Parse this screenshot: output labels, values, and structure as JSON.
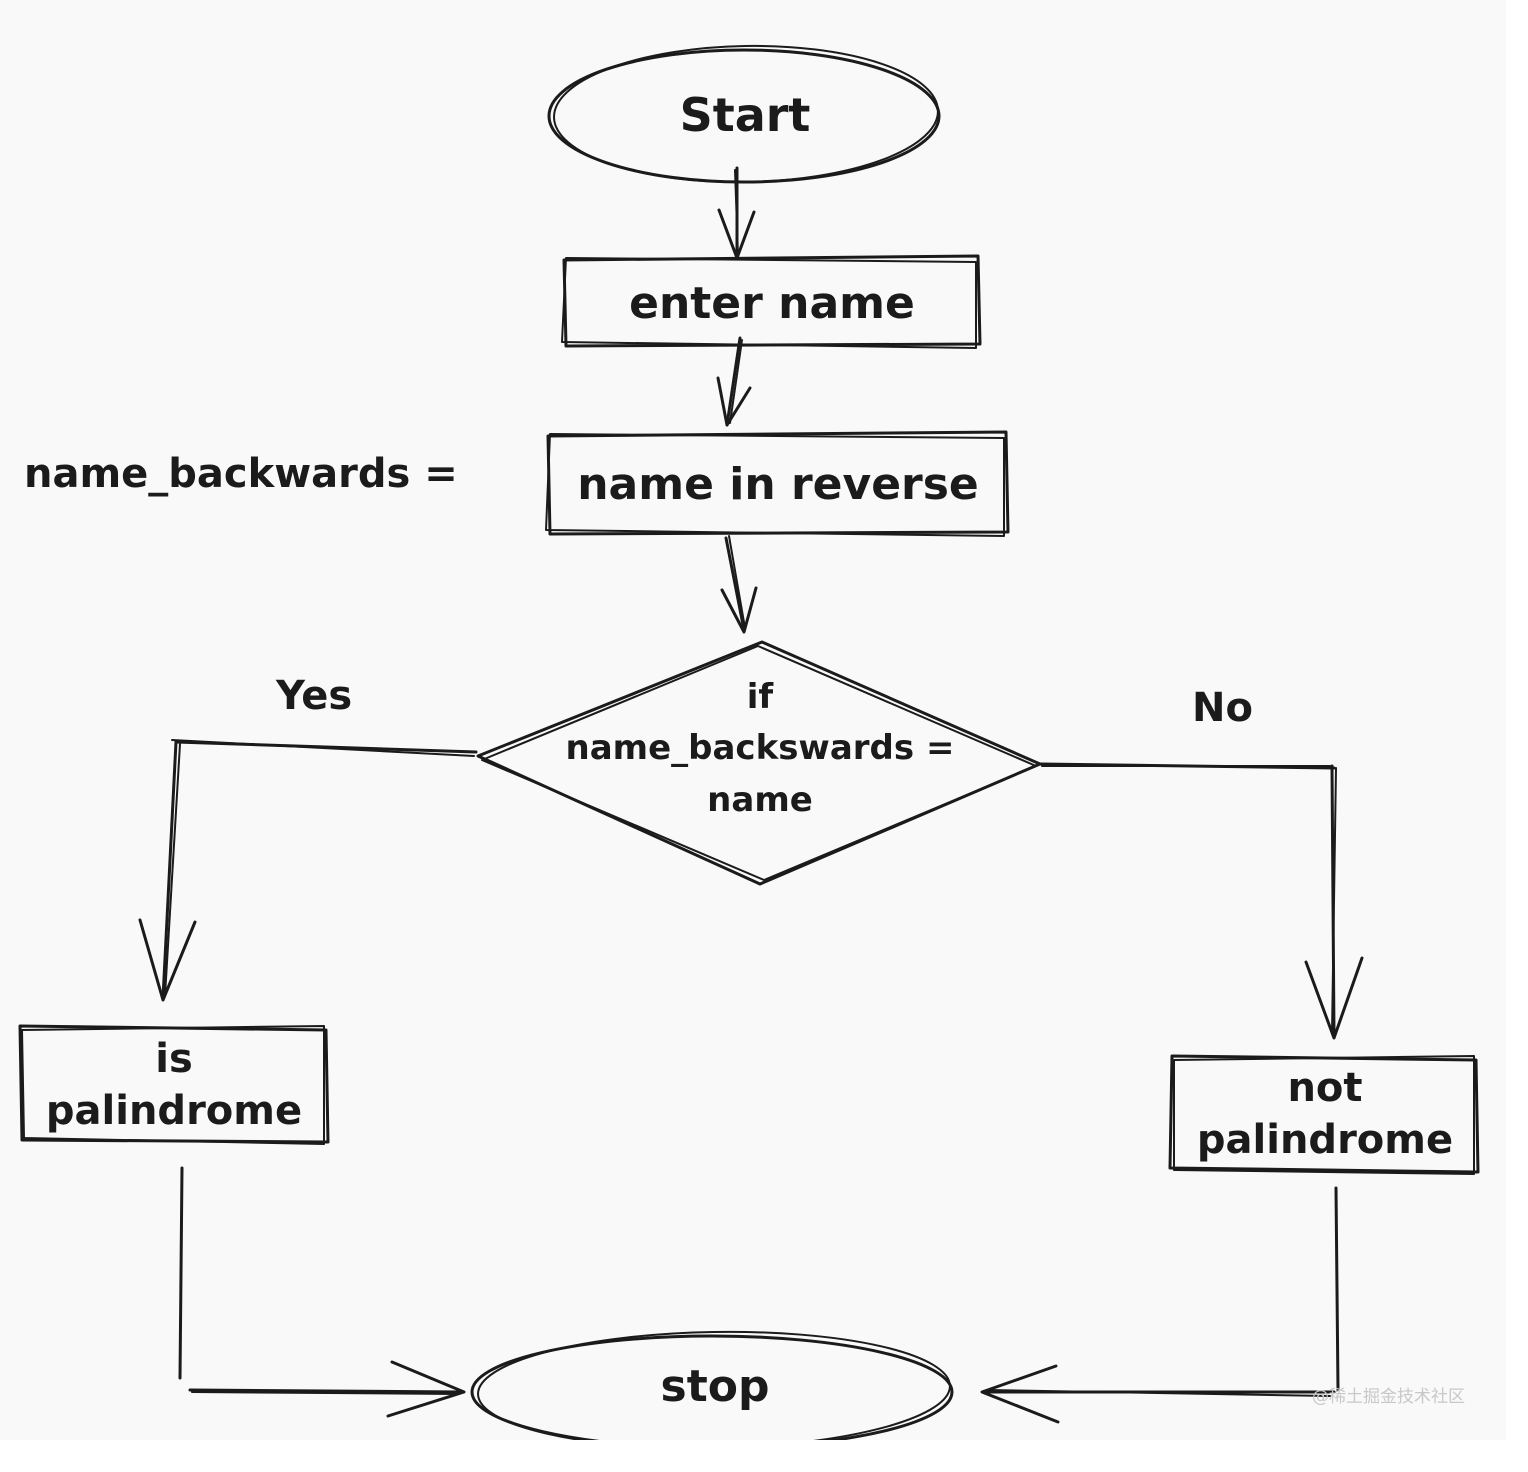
{
  "nodes": {
    "start": "Start",
    "enter_name": "enter name",
    "reverse": "name in reverse",
    "reverse_prefix": "name_backwards =",
    "decision_line1": "if",
    "decision_line2": "name_backswards =",
    "decision_line3": "name",
    "is_line1": "is",
    "is_line2": "palindrome",
    "not_line1": "not",
    "not_line2": "palindrome",
    "stop": "stop"
  },
  "edges": {
    "yes_label": "Yes",
    "no_label": "No"
  },
  "watermark": "@稀土掘金技术社区"
}
